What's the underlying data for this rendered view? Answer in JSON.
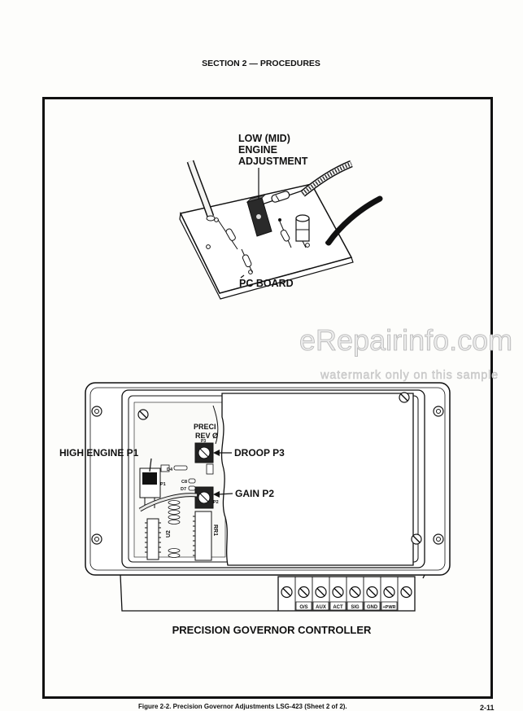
{
  "header": {
    "section_title": "SECTION 2 — PROCEDURES"
  },
  "pc_board_figure": {
    "callout_low_mid_engine_adjustment": [
      "LOW (MID)",
      "ENGINE",
      "ADJUSTMENT"
    ],
    "callout_pc_board": "PC BOARD"
  },
  "watermark": {
    "brand": "eRepairinfo.com",
    "notice": "watermark only on this sample"
  },
  "controller_figure": {
    "callouts": {
      "high_engine": "HIGH ENGINE P1",
      "droop": "DROOP P3",
      "gain": "GAIN P2"
    },
    "board_markings": {
      "precision": "PRECI",
      "revision": "REV Ø",
      "p3": "P3",
      "d4": "D4",
      "c8": "C8",
      "d7": "D7",
      "p1": "P1",
      "p2": "P2",
      "u2": "U2",
      "rr1": "RR1"
    },
    "terminal_labels": [
      "O/S",
      "AUX",
      "ACT",
      "SIG",
      "GND",
      "+PWR"
    ],
    "title": "PRECISION GOVERNOR CONTROLLER"
  },
  "footer": {
    "figure_caption": "Figure 2-2. Precision Governor Adjustments LSG-423 (Sheet 2 of 2).",
    "page_number": "2-11"
  },
  "colors": {
    "ink": "#111111",
    "paper": "#fdfdfb",
    "watermark": "#bdbdbd"
  }
}
